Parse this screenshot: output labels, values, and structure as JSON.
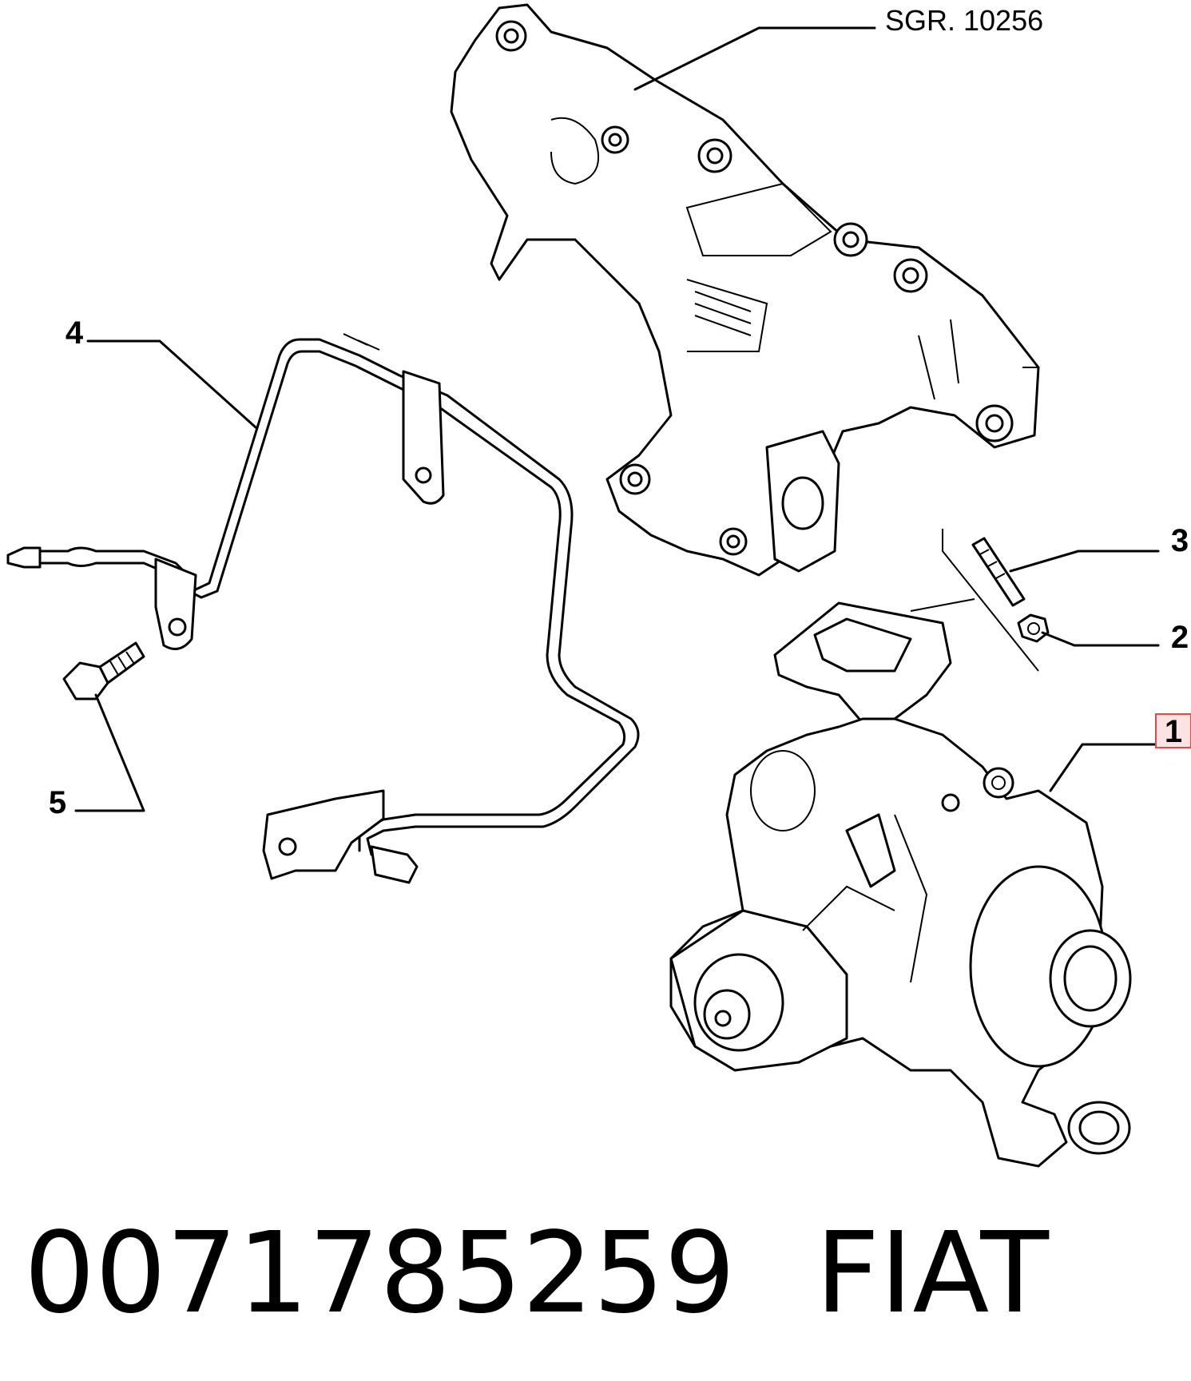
{
  "diagram": {
    "ref_label": "SGR. 10256",
    "callouts": [
      {
        "id": "1",
        "text": "1",
        "highlighted": true
      },
      {
        "id": "2",
        "text": "2"
      },
      {
        "id": "3",
        "text": "3"
      },
      {
        "id": "4",
        "text": "4"
      },
      {
        "id": "5",
        "text": "5"
      }
    ],
    "highlight_color": "#e14a4a"
  },
  "caption": {
    "part_number": "0071785259",
    "brand": "FIAT"
  }
}
